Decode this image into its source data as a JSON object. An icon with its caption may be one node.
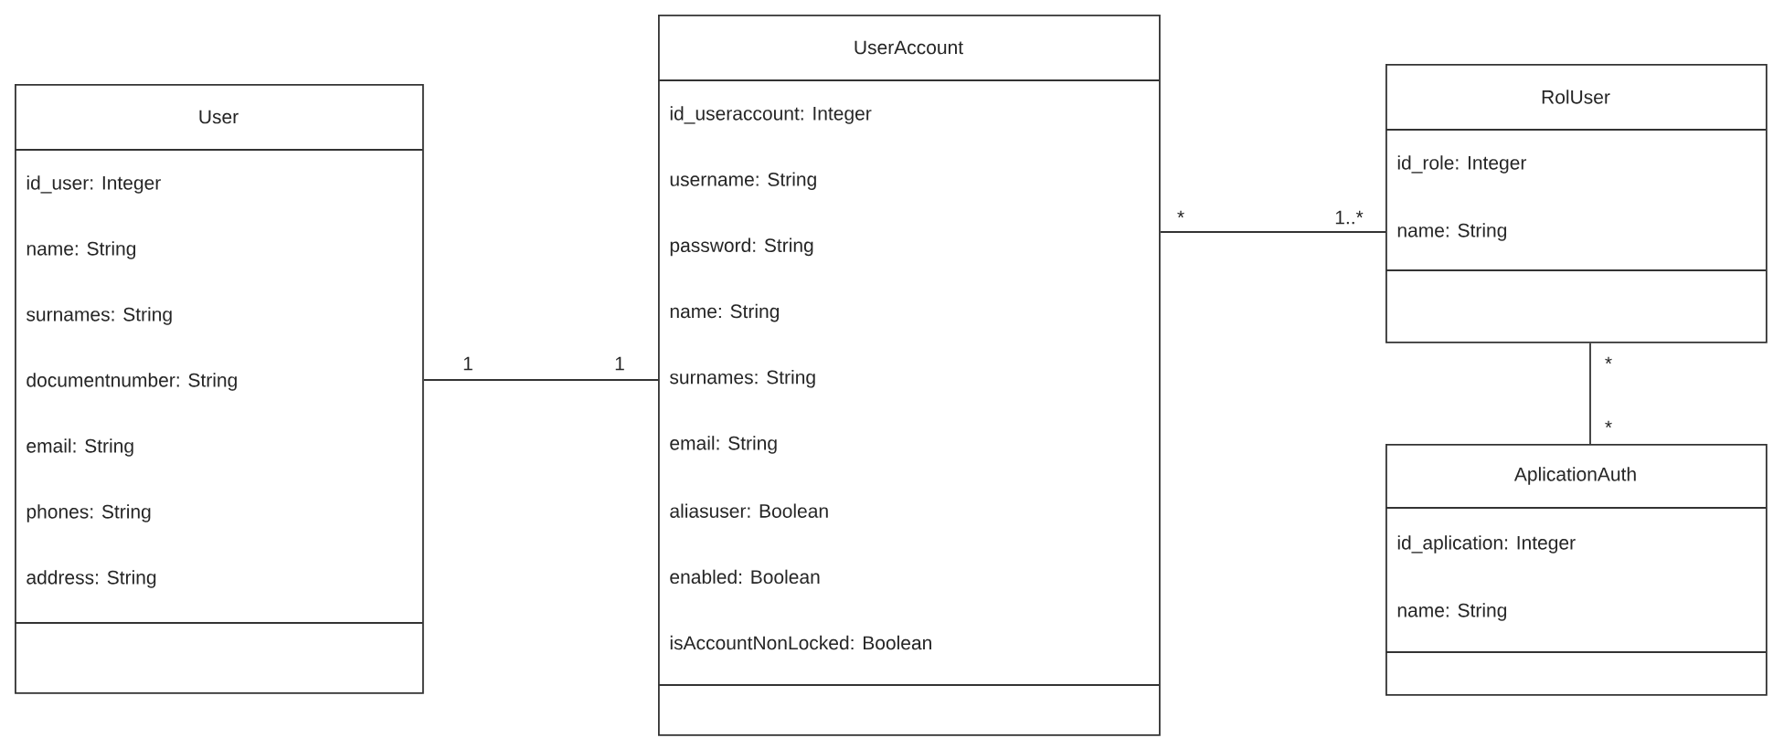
{
  "diagram": {
    "nodes": [
      {
        "text": [
          "User",
          "id_user: Integer",
          "name: String",
          "surnames:  String",
          "documentnumber:  String",
          "email:  String",
          "phones:  String",
          "address:  String"
        ]
      },
      {
        "text": [
          "UserAccount",
          "id_useraccount: Integer",
          "username: String",
          "password:  String",
          "name:  String",
          "surnames:  String",
          "email:  String",
          "aliasuser:  Boolean",
          "enabled:  Boolean",
          "isAccountNonLocked:  Boolean"
        ]
      },
      {
        "text": [
          "RolUser",
          "id_role: Integer",
          "name: String"
        ]
      },
      {
        "text": [
          "AplicationAuth",
          "id_aplication: Integer",
          "name: String"
        ]
      }
    ],
    "edges": [
      {
        "from": 0,
        "to": 1,
        "arrow": "none"
      },
      {
        "from": 1,
        "to": 2,
        "arrow": "none"
      },
      {
        "from": 2,
        "to": 3,
        "arrow": "none"
      }
    ],
    "labels": [
      "1",
      "1",
      "*",
      "1..*",
      "*",
      "*"
    ]
  }
}
